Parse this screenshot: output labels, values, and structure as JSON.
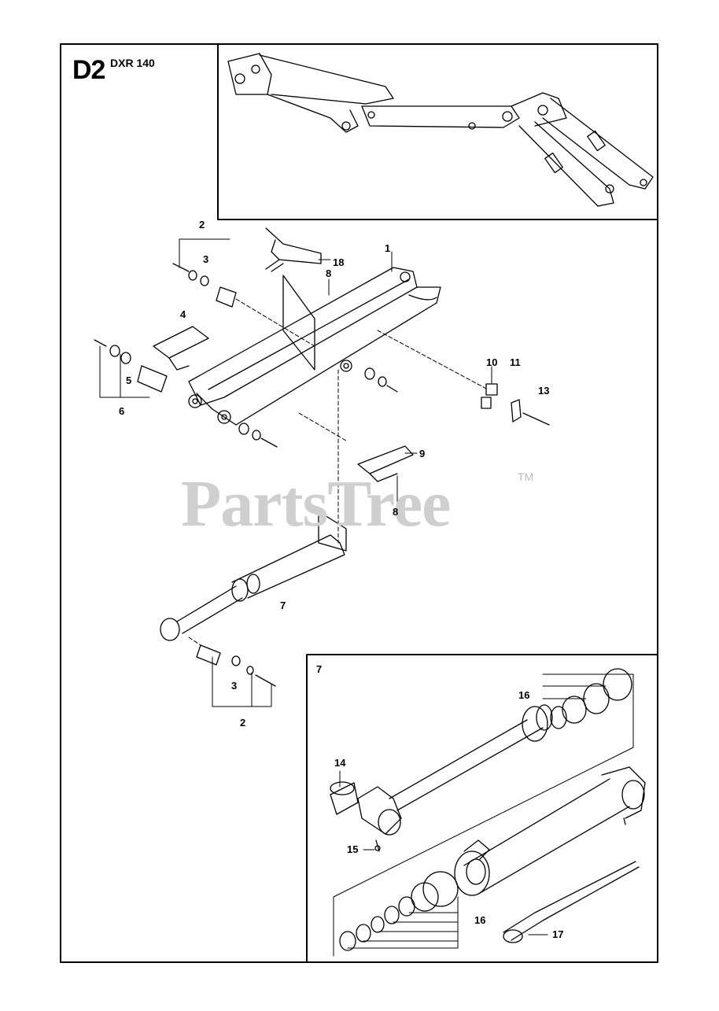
{
  "header": {
    "code": "D2",
    "model": "DXR 140"
  },
  "watermark": {
    "text": "PartsTree",
    "tm": "TM"
  },
  "inset": {
    "label": "7"
  },
  "callouts": [
    "1",
    "2",
    "3",
    "4",
    "5",
    "6",
    "7",
    "8",
    "9",
    "10",
    "11",
    "13",
    "18",
    "2",
    "3",
    "8",
    "14",
    "15",
    "16",
    "16",
    "17"
  ]
}
